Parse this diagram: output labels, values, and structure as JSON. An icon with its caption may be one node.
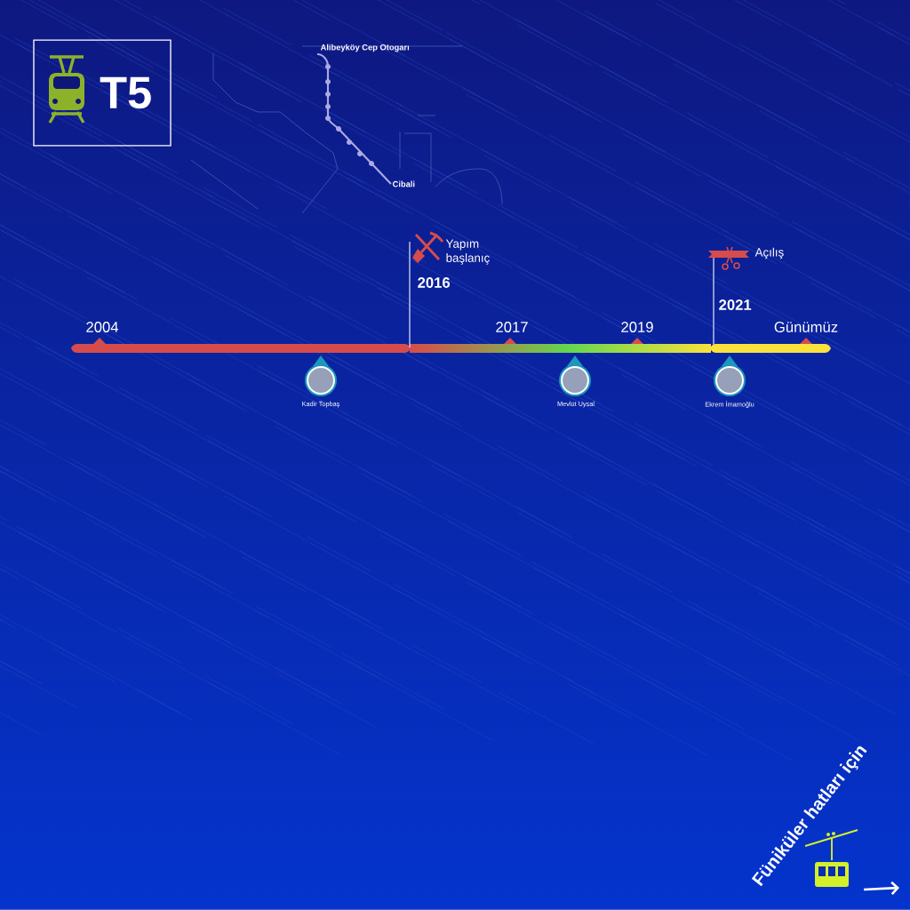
{
  "diagram": {
    "nodes": [
      {
        "text": [
          "T5"
        ]
      },
      {
        "text": [
          "Alibeyköy Cep Otogarı"
        ]
      },
      {
        "text": [
          "Cibali"
        ]
      }
    ],
    "edges": [
      {
        "from": 1,
        "to": 2,
        "arrow": "none"
      }
    ],
    "labels": [
      "Yapım başlanıç",
      "Açılış",
      "2016",
      "2021",
      "2004",
      "2017",
      "2019",
      "Günümüz",
      "Kadir Topbaş",
      "Mevlüt Uysal",
      "Ekrem İmamoğlu",
      "Füniküler hatları için"
    ]
  }
}
